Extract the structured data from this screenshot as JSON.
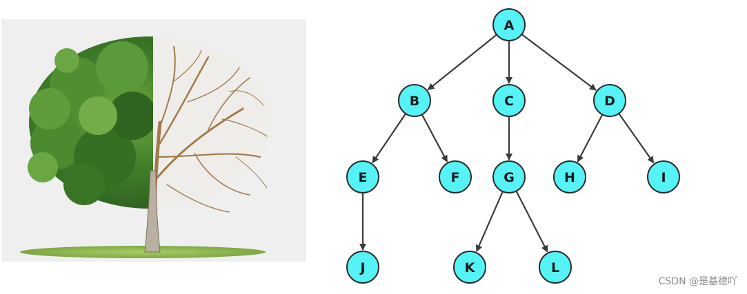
{
  "colors": {
    "node_fill": "#55f3f6",
    "node_stroke": "#2b2b2b",
    "edge": "#3a3a3a",
    "illustration_bg": "#efefef",
    "foliage_green": "#3f7d2a",
    "bare_branches": "#a07a4a",
    "grass": "#9cc35a"
  },
  "illustration": {
    "subject": "tree-half-leafy-half-bare-icon"
  },
  "tree": {
    "nodes": [
      {
        "id": "A",
        "label": "A"
      },
      {
        "id": "B",
        "label": "B"
      },
      {
        "id": "C",
        "label": "C"
      },
      {
        "id": "D",
        "label": "D"
      },
      {
        "id": "E",
        "label": "E"
      },
      {
        "id": "F",
        "label": "F"
      },
      {
        "id": "G",
        "label": "G"
      },
      {
        "id": "H",
        "label": "H"
      },
      {
        "id": "I",
        "label": "I"
      },
      {
        "id": "J",
        "label": "J"
      },
      {
        "id": "K",
        "label": "K"
      },
      {
        "id": "L",
        "label": "L"
      }
    ],
    "edges": [
      {
        "from": "A",
        "to": "B"
      },
      {
        "from": "A",
        "to": "C"
      },
      {
        "from": "A",
        "to": "D"
      },
      {
        "from": "B",
        "to": "E"
      },
      {
        "from": "B",
        "to": "F"
      },
      {
        "from": "C",
        "to": "G"
      },
      {
        "from": "D",
        "to": "H"
      },
      {
        "from": "D",
        "to": "I"
      },
      {
        "from": "E",
        "to": "J"
      },
      {
        "from": "G",
        "to": "K"
      },
      {
        "from": "G",
        "to": "L"
      }
    ]
  },
  "watermark": {
    "text": "CSDN @是基德吖"
  }
}
